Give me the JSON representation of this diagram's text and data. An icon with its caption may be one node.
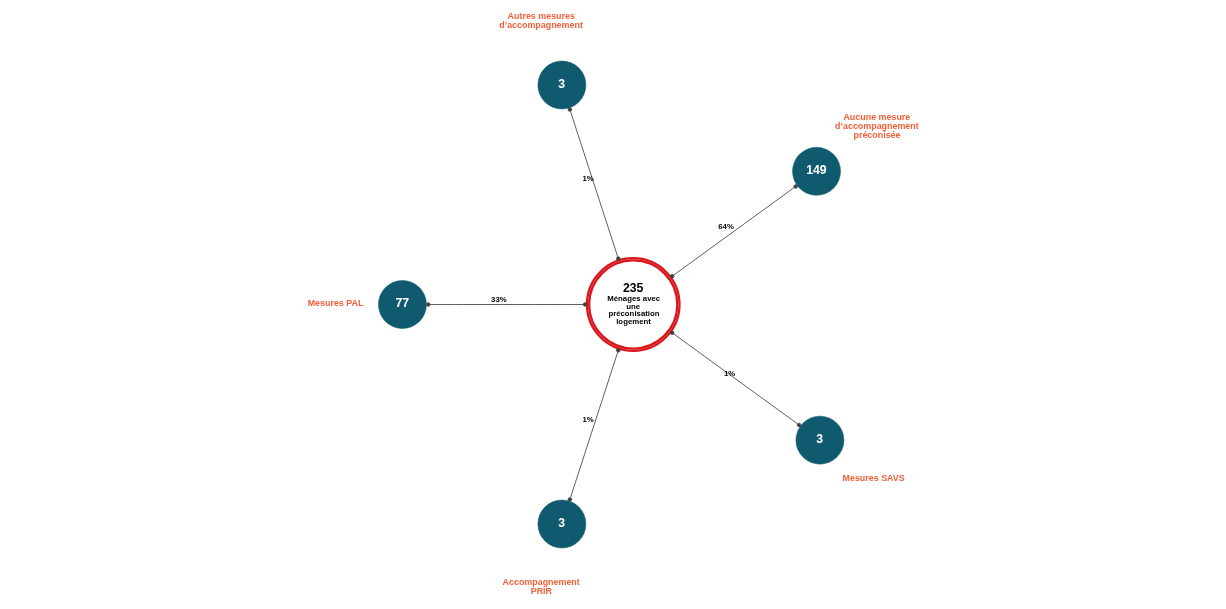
{
  "diagram": {
    "nodes": [
      {
        "text": [
          "235",
          "Ménages avec une préconisation logement"
        ]
      },
      {
        "text": [
          "149"
        ],
        "beside": [
          "Aucune mesure d’accompagnement préconisée"
        ]
      },
      {
        "text": [
          "3"
        ],
        "beside": [
          "Autres mesures d’accompagnement"
        ]
      },
      {
        "text": [
          "77"
        ],
        "beside": [
          "Mesures PAL"
        ]
      },
      {
        "text": [
          "3"
        ],
        "beside": [
          "Accompagnement PRIR"
        ]
      },
      {
        "text": [
          "3"
        ],
        "beside": [
          "Mesures SAVS"
        ]
      }
    ],
    "edges": [
      {
        "from": 0,
        "to": 1,
        "arrow": "other",
        "label": "64%"
      },
      {
        "from": 0,
        "to": 2,
        "arrow": "other",
        "label": "1%"
      },
      {
        "from": 0,
        "to": 3,
        "arrow": "other",
        "label": "33%"
      },
      {
        "from": 0,
        "to": 4,
        "arrow": "other",
        "label": "1%"
      },
      {
        "from": 0,
        "to": 5,
        "arrow": "other",
        "label": "1%"
      }
    ]
  }
}
